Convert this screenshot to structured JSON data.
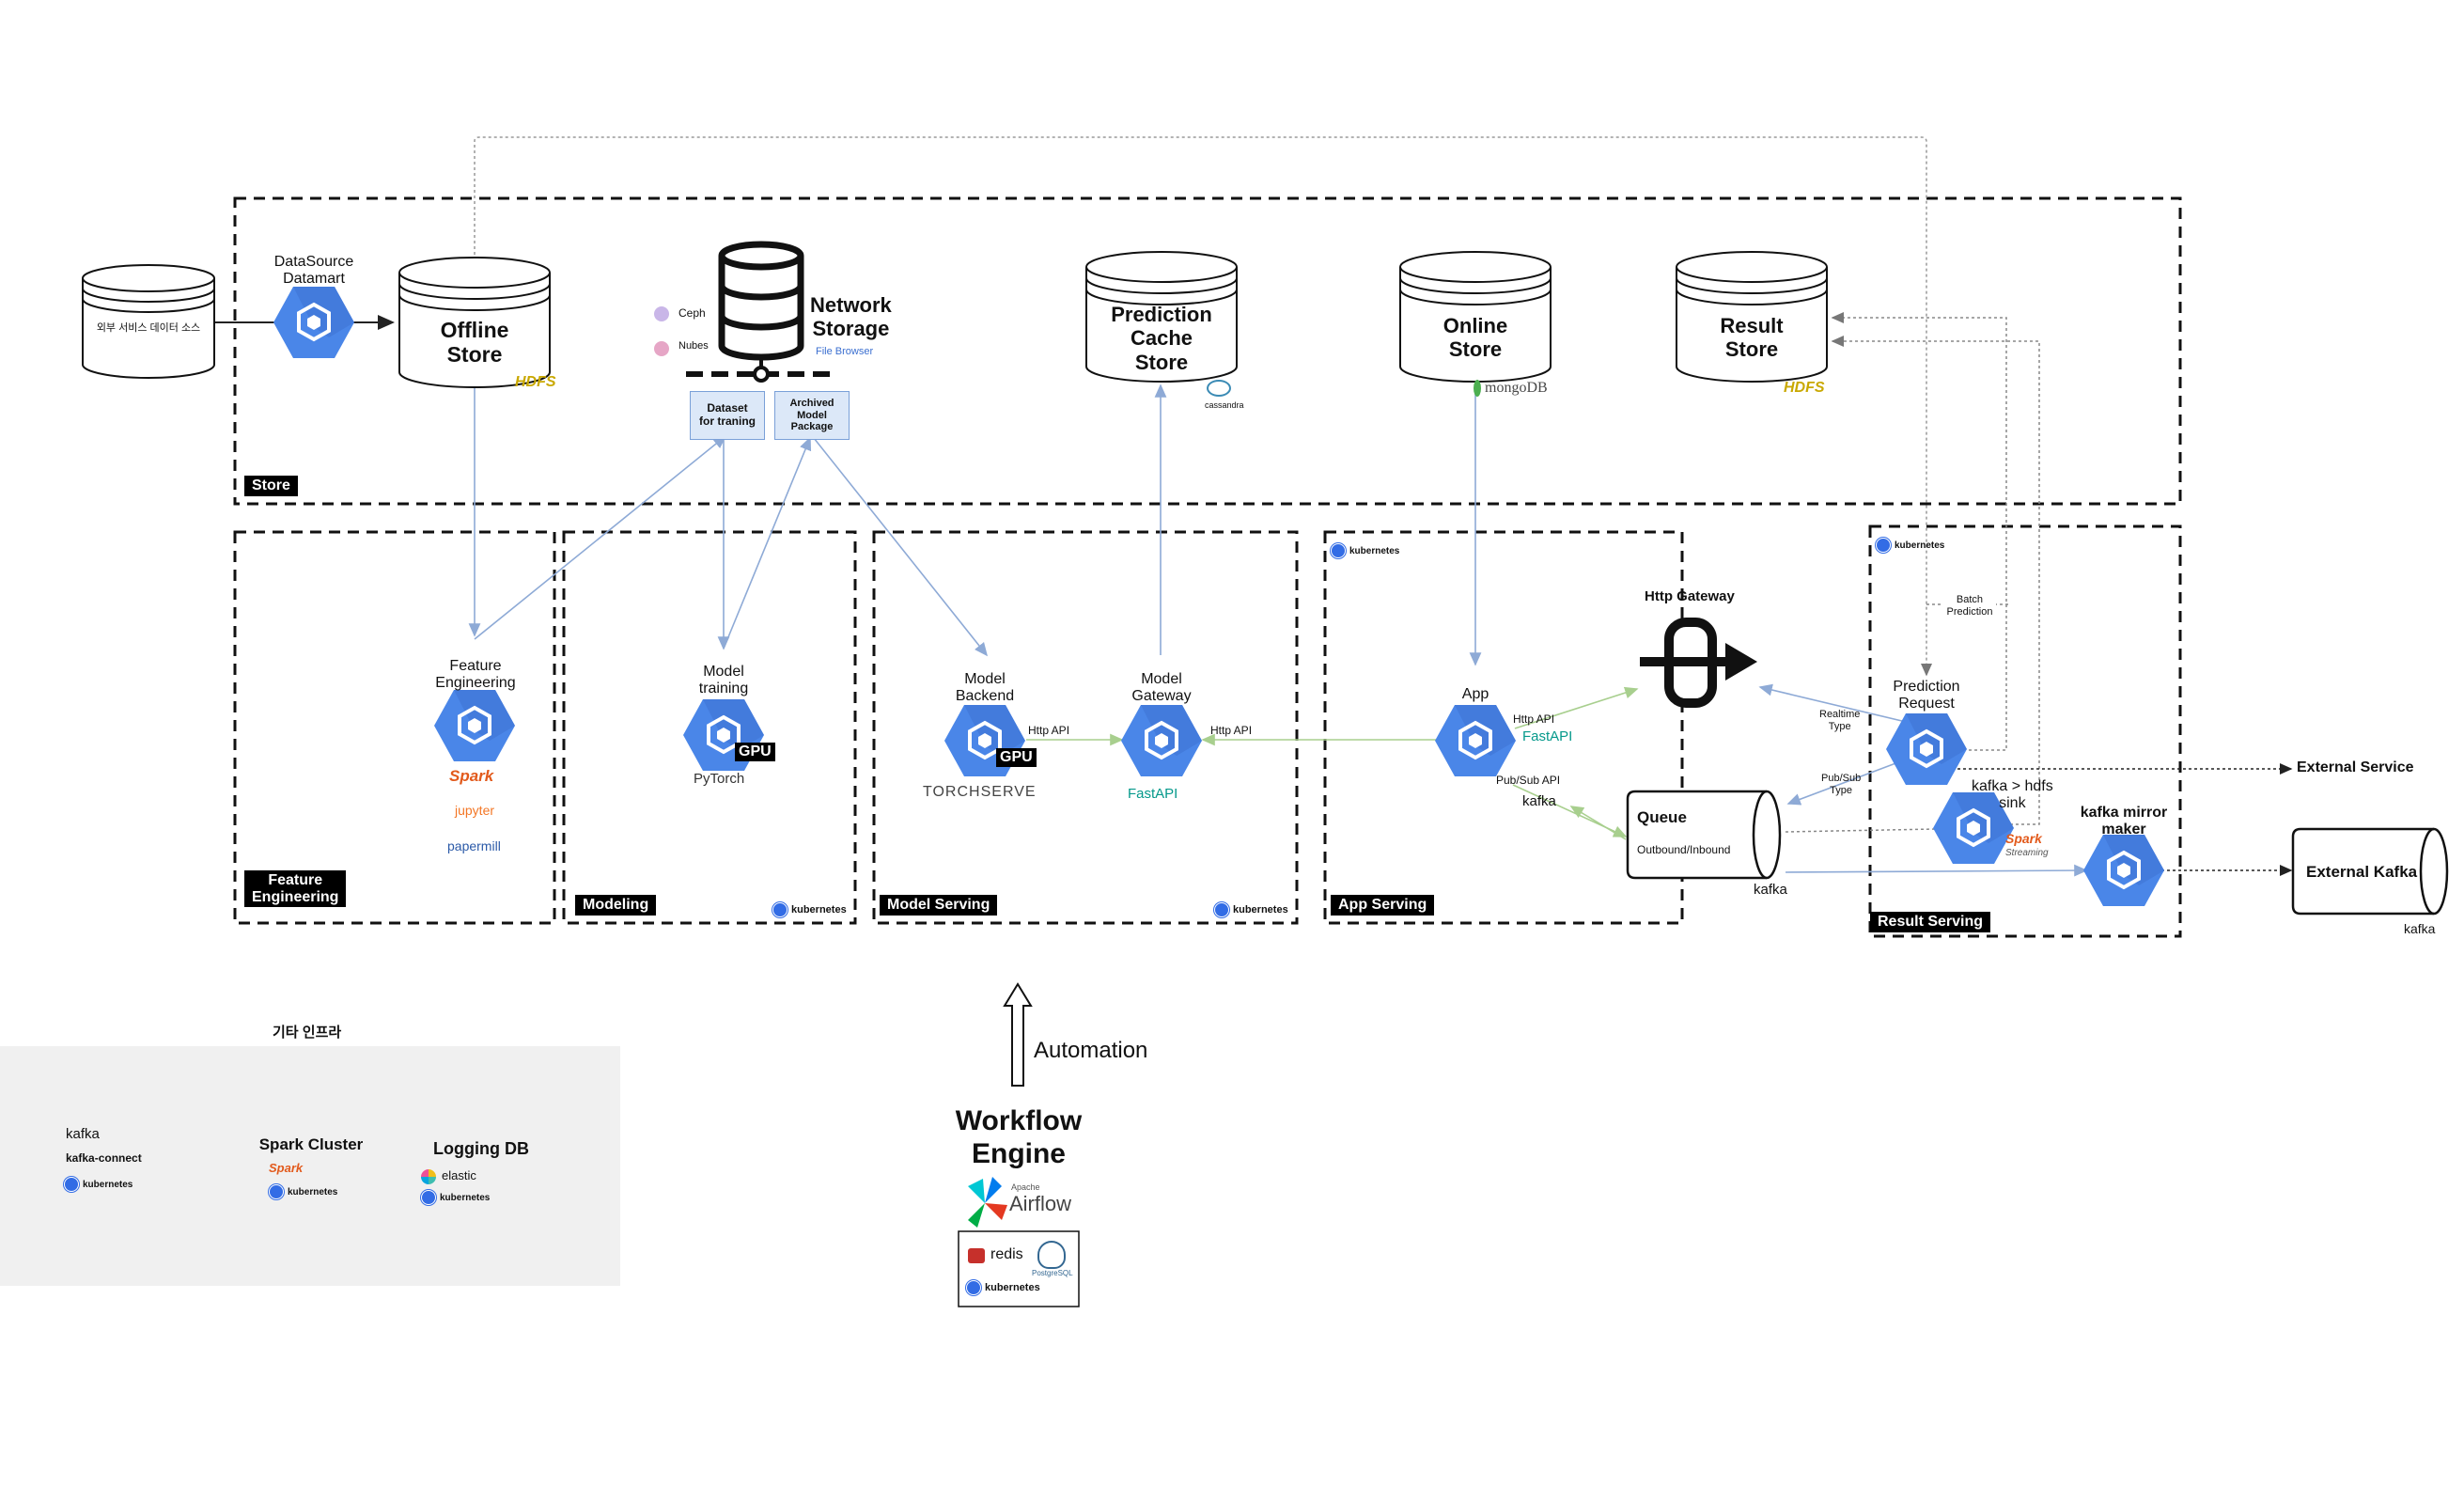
{
  "sections": {
    "store": "Store",
    "feature_engineering": "Feature\nEngineering",
    "modeling": "Modeling",
    "model_serving": "Model Serving",
    "app_serving": "App Serving",
    "result_serving": "Result Serving"
  },
  "nodes": {
    "external_source": "외부 서비스 데이터 소스",
    "datasource": "DataSource\nDatamart",
    "offline_store": "Offline\nStore",
    "network_storage": "Network\nStorage",
    "file_browser": "File Browser",
    "ceph": "Ceph",
    "nubes": "Nubes",
    "dataset": "Dataset\nfor traning",
    "archived": "Archived\nModel\nPackage",
    "prediction_cache": "Prediction\nCache\nStore",
    "cassandra": "cassandra",
    "online_store": "Online\nStore",
    "mongodb": "mongoDB",
    "result_store": "Result\nStore",
    "hdfs": "HDFS",
    "feature_engineering": "Feature\nEngineering",
    "model_training": "Model\ntraining",
    "model_backend": "Model\nBackend",
    "model_gateway": "Model\nGateway",
    "app": "App",
    "http_gateway": "Http Gateway",
    "queue": "Queue",
    "queue_sub": "Outbound/Inbound",
    "prediction_request": "Prediction\nRequest",
    "kafka_hdfs_sink": "kafka > hdfs\nsink",
    "kafka_mirror_maker": "kafka mirror\nmaker",
    "external_kafka": "External Kafka",
    "external_service": "External Service"
  },
  "edge_labels": {
    "http_api_1": "Http API",
    "http_api_2": "Http API",
    "http_api_3": "Http API",
    "pubsub_api": "Pub/Sub API",
    "realtime_type": "Realtime\nType",
    "pubsub_type": "Pub/Sub\nType",
    "batch_prediction": "Batch\nPrediction",
    "automation": "Automation"
  },
  "tech": {
    "gpu": "GPU",
    "pytorch": "PyTorch",
    "torchserve": "TORCHSERVE",
    "fastapi": "FastAPI",
    "kafka": "kafka",
    "kubernetes": "kubernetes",
    "spark": "Spark",
    "jupyter": "jupyter",
    "papermill": "papermill",
    "streaming": "Streaming",
    "airflow_apache": "Apache",
    "airflow": "Airflow",
    "redis": "redis",
    "postgresql": "PostgreSQL",
    "elastic": "elastic"
  },
  "infra": {
    "title": "기타 인프라",
    "kafka_connect": "kafka-connect",
    "spark_cluster": "Spark Cluster",
    "logging_db": "Logging DB"
  },
  "workflow": {
    "title": "Workflow\nEngine"
  },
  "colors": {
    "hex": "#4a86e8",
    "hex_dark": "#3b6fd0",
    "arrow_blue": "#8eaad6",
    "arrow_green": "#a8cf8e"
  }
}
